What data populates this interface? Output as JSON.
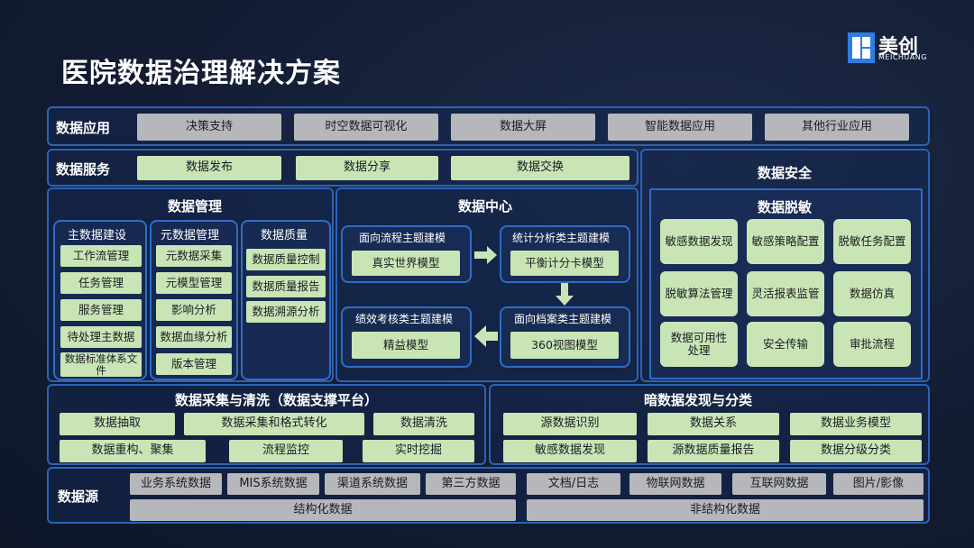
{
  "page_title": "医院数据治理解决方案",
  "logo": {
    "name": "美创",
    "sub": "MEICHUANG"
  },
  "data_app": {
    "title": "数据应用",
    "items": [
      "决策支持",
      "时空数据可视化",
      "数据大屏",
      "智能数据应用",
      "其他行业应用"
    ]
  },
  "data_service": {
    "title": "数据服务",
    "items": [
      "数据发布",
      "数据分享",
      "数据交换"
    ]
  },
  "data_mgmt": {
    "title": "数据管理",
    "master": {
      "title": "主数据建设",
      "items": [
        "工作流管理",
        "任务管理",
        "服务管理",
        "待处理主数据",
        "数据标准体系文件"
      ]
    },
    "meta": {
      "title": "元数据管理",
      "items": [
        "元数据采集",
        "元模型管理",
        "影响分析",
        "数据血缘分析",
        "版本管理"
      ]
    },
    "quality": {
      "title": "数据质量",
      "items": [
        "数据质量控制",
        "数据质量报告",
        "数据溯源分析"
      ]
    }
  },
  "data_center": {
    "title": "数据中心",
    "blocks": [
      {
        "title": "面向流程主题建模",
        "item": "真实世界模型"
      },
      {
        "title": "统计分析类主题建模",
        "item": "平衡计分卡模型"
      },
      {
        "title": "绩效考核类主题建模",
        "item": "精益模型"
      },
      {
        "title": "面向档案类主题建模",
        "item": "360视图模型"
      }
    ]
  },
  "security": {
    "title": "数据安全",
    "desens_title": "数据脱敏",
    "items": [
      "敏感数据发现",
      "敏感策略配置",
      "脱敏任务配置",
      "脱敏算法管理",
      "灵活报表监管",
      "数据仿真",
      "数据可用性处理",
      "安全传输",
      "审批流程"
    ]
  },
  "collect": {
    "title": "数据采集与清洗（数据支撑平台）",
    "items": [
      "数据抽取",
      "数据采集和格式转化",
      "数据清洗",
      "数据重构、聚集",
      "流程监控",
      "实时挖掘"
    ]
  },
  "dark": {
    "title": "暗数据发现与分类",
    "items": [
      "源数据识别",
      "数据关系",
      "数据业务模型",
      "敏感数据发现",
      "源数据质量报告",
      "数据分级分类"
    ]
  },
  "source": {
    "title": "数据源",
    "structured": [
      "业务系统数据",
      "MIS系统数据",
      "渠道系统数据",
      "第三方数据"
    ],
    "unstructured": [
      "文档/日志",
      "物联网数据",
      "互联网数据",
      "图片/影像"
    ],
    "structured_label": "结构化数据",
    "unstructured_label": "非结构化数据"
  },
  "colors": {
    "panel_border": "#2a63b8",
    "gray_box": "#b5b7bb",
    "green_box": "#c9e5b6",
    "background": "#131c33"
  }
}
